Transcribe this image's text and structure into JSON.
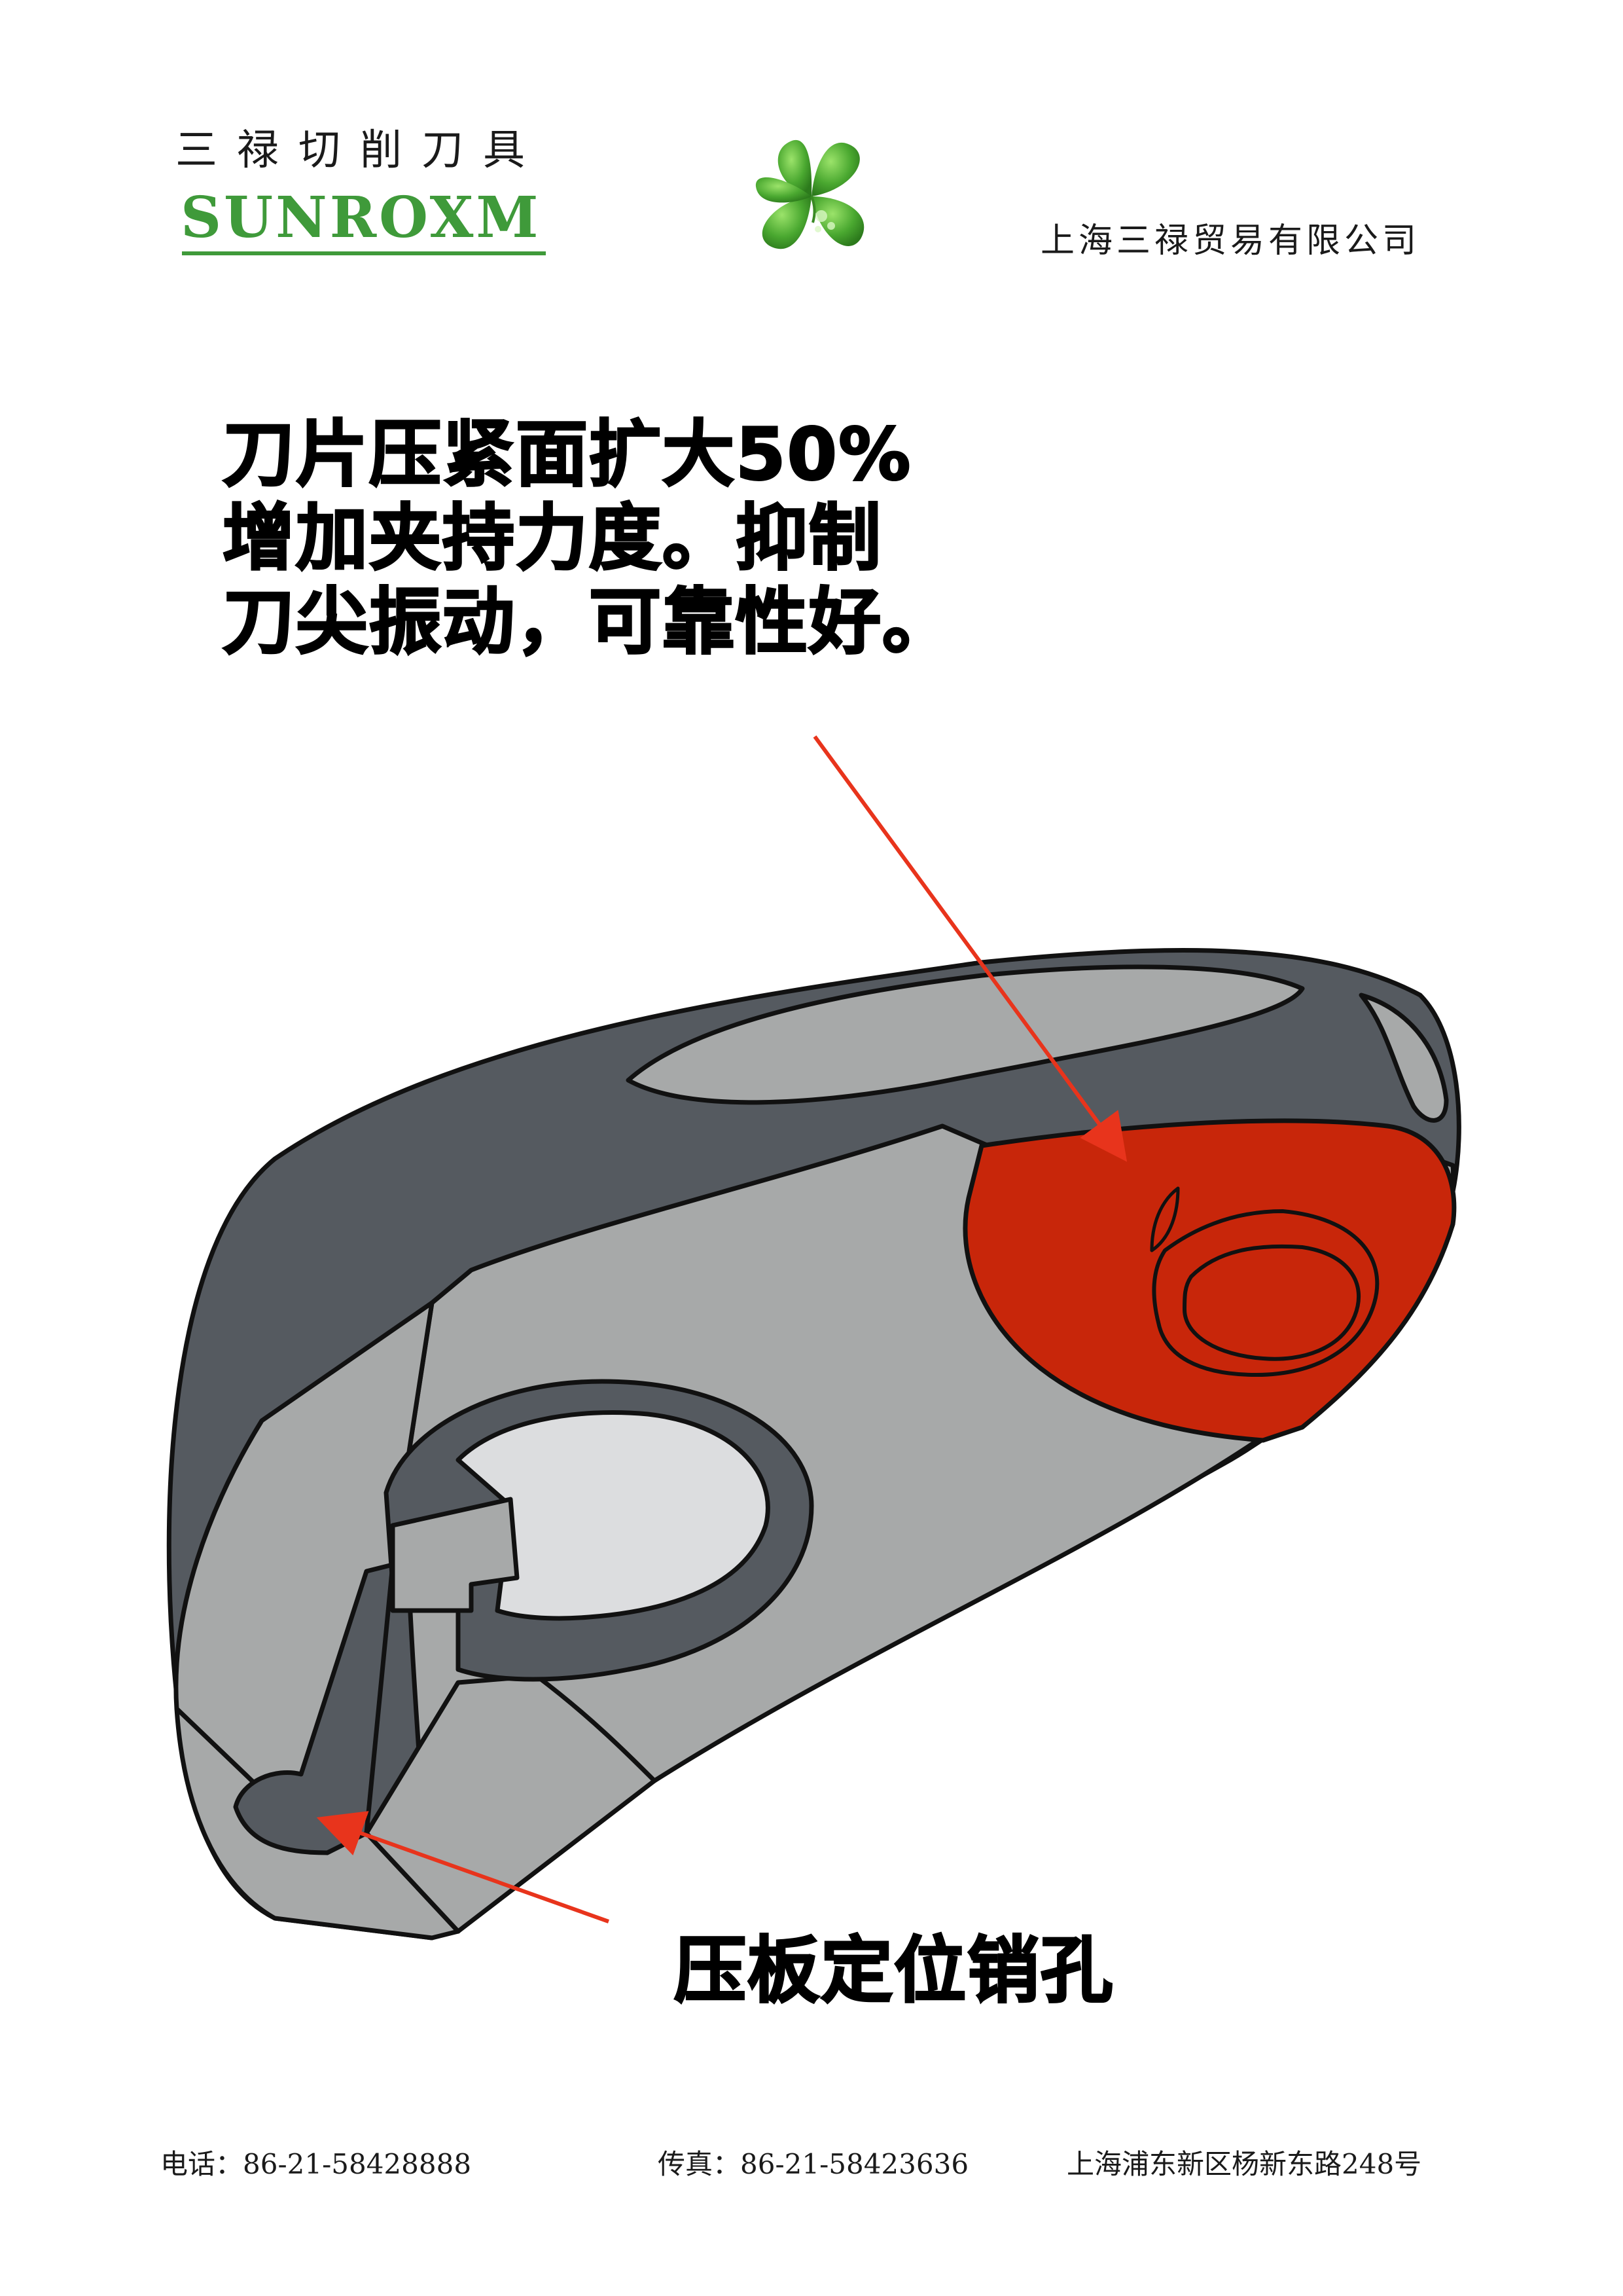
{
  "header": {
    "brand_cn": "三禄切削刀具",
    "brand_en": "SUNROXM",
    "company": "上海三禄贸易有限公司",
    "logo_icon": "four-leaf-clover-icon",
    "brand_color": "#3f9a3a"
  },
  "headline": {
    "lines": [
      "刀片压紧面扩大50%",
      "增加夹持力度。抑制",
      "刀尖振动，可靠性好。"
    ]
  },
  "callouts": {
    "pin_hole": "压板定位销孔",
    "arrow_color": "#e8341c"
  },
  "diagram_colors": {
    "dark_gray": "#555a60",
    "light_gray": "#a7a9a9",
    "highlight_red": "#c8260a",
    "hole_fill": "#dcdddf"
  },
  "footer": {
    "phone": "电话：86-21-58428888",
    "fax": "传真：86-21-58423636",
    "address": "上海浦东新区杨新东路248号"
  }
}
